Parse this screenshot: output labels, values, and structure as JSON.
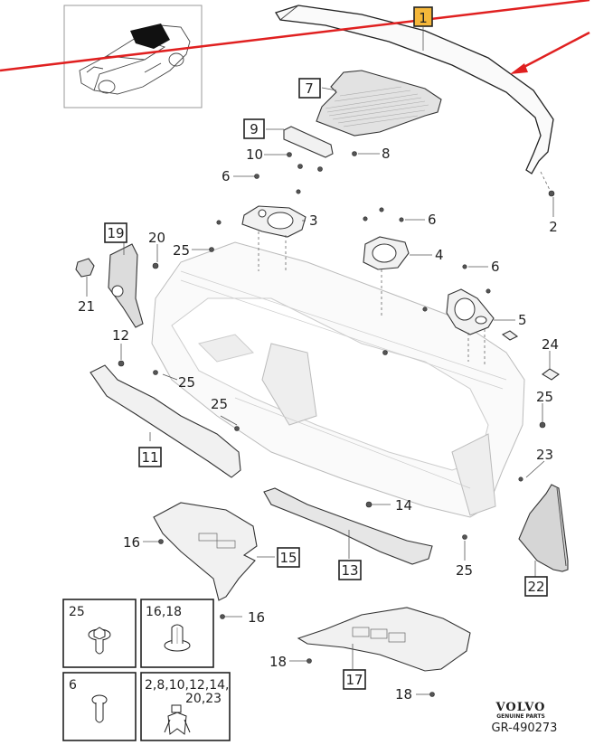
{
  "diagram": {
    "title": "Dashboard / instrument panel exploded view",
    "highlight_color": "#f5b73a",
    "arrow_color": "#e02020",
    "highlighted_part": "1",
    "callouts": [
      {
        "id": "c1",
        "text": "1",
        "boxed": true,
        "highlighted": true
      },
      {
        "id": "c2",
        "text": "2",
        "boxed": false
      },
      {
        "id": "c3",
        "text": "3",
        "boxed": false
      },
      {
        "id": "c4",
        "text": "4",
        "boxed": false
      },
      {
        "id": "c5",
        "text": "5",
        "boxed": false
      },
      {
        "id": "c6a",
        "text": "6",
        "boxed": false
      },
      {
        "id": "c6b",
        "text": "6",
        "boxed": false
      },
      {
        "id": "c6c",
        "text": "6",
        "boxed": false
      },
      {
        "id": "c7",
        "text": "7",
        "boxed": true
      },
      {
        "id": "c8",
        "text": "8",
        "boxed": false
      },
      {
        "id": "c9",
        "text": "9",
        "boxed": true
      },
      {
        "id": "c10",
        "text": "10",
        "boxed": false
      },
      {
        "id": "c11",
        "text": "11",
        "boxed": true
      },
      {
        "id": "c12",
        "text": "12",
        "boxed": false
      },
      {
        "id": "c13",
        "text": "13",
        "boxed": true
      },
      {
        "id": "c14",
        "text": "14",
        "boxed": false
      },
      {
        "id": "c15",
        "text": "15",
        "boxed": true
      },
      {
        "id": "c16a",
        "text": "16",
        "boxed": false
      },
      {
        "id": "c16b",
        "text": "16",
        "boxed": false
      },
      {
        "id": "c17",
        "text": "17",
        "boxed": true
      },
      {
        "id": "c18a",
        "text": "18",
        "boxed": false
      },
      {
        "id": "c18b",
        "text": "18",
        "boxed": false
      },
      {
        "id": "c19",
        "text": "19",
        "boxed": true
      },
      {
        "id": "c20",
        "text": "20",
        "boxed": false
      },
      {
        "id": "c21",
        "text": "21",
        "boxed": false
      },
      {
        "id": "c22",
        "text": "22",
        "boxed": true
      },
      {
        "id": "c23",
        "text": "23",
        "boxed": false
      },
      {
        "id": "c24",
        "text": "24",
        "boxed": false
      },
      {
        "id": "c25a",
        "text": "25",
        "boxed": false
      },
      {
        "id": "c25b",
        "text": "25",
        "boxed": false
      },
      {
        "id": "c25c",
        "text": "25",
        "boxed": false
      },
      {
        "id": "c25d",
        "text": "25",
        "boxed": false
      },
      {
        "id": "c25e",
        "text": "25",
        "boxed": false
      }
    ],
    "fastener_legend": [
      {
        "label": "25",
        "type": "hex-flange-bolt"
      },
      {
        "label_line1": "16,18",
        "type": "push-nut"
      },
      {
        "label": "6",
        "type": "torx-screw"
      },
      {
        "label_line1": "2,8,10,12,14,",
        "label_line2": "20,23",
        "type": "expanding-clip"
      }
    ],
    "brand": {
      "name": "VOLVO",
      "tagline": "GENUINE PARTS",
      "reference": "GR-490273"
    }
  }
}
